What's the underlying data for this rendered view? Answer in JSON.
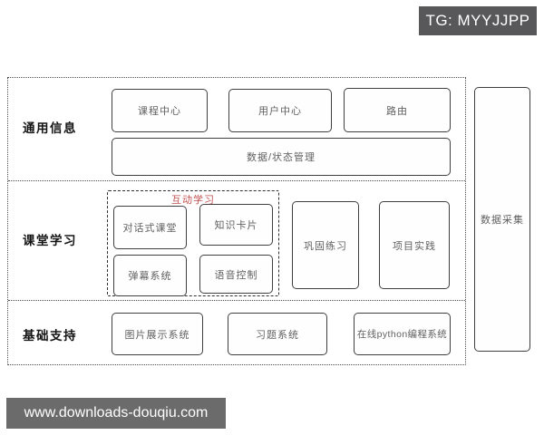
{
  "badge": {
    "text": "TG: MYYJJPP"
  },
  "watermark": {
    "text": "www.downloads-douqiu.com"
  },
  "colors": {
    "badge_bg": "#58585b",
    "watermark_bg": "#6b6b6b",
    "group_label_red": "#c0504d",
    "box_border": "#3f3f3f",
    "box_text": "#616161",
    "frame_dotted": "#4a4a4a"
  },
  "diagram": {
    "side_box": {
      "label": "数据采集"
    },
    "sections": [
      {
        "label": "通用信息",
        "boxes": [
          "课程中心",
          "用户中心",
          "路由",
          "数据/状态管理"
        ]
      },
      {
        "label": "课堂学习",
        "group": {
          "label": "互动学习",
          "boxes": [
            "对话式课堂",
            "知识卡片",
            "弹幕系统",
            "语音控制"
          ]
        },
        "boxes": [
          "巩固练习",
          "项目实践"
        ]
      },
      {
        "label": "基础支持",
        "boxes": [
          "图片展示系统",
          "习题系统",
          "在线python编程系统"
        ]
      }
    ]
  }
}
